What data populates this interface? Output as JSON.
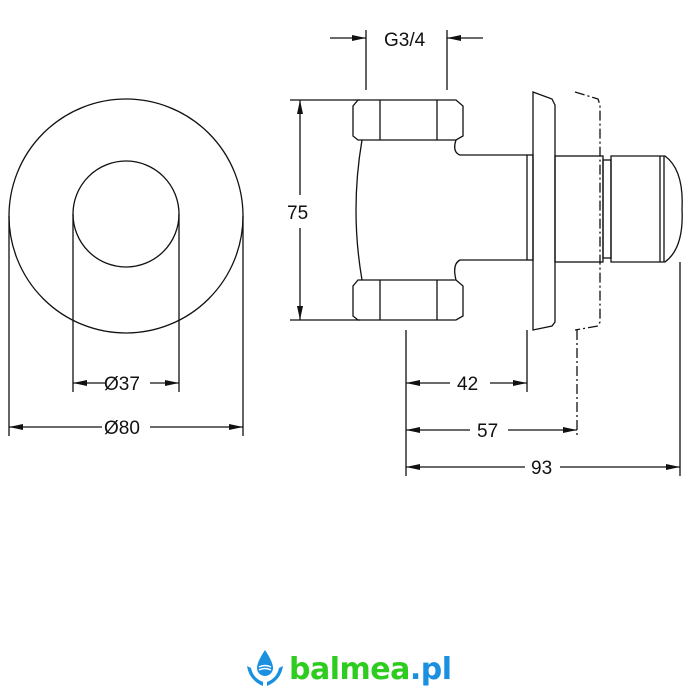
{
  "dimensions": {
    "inner_diameter": "Ø37",
    "outer_diameter": "Ø80",
    "height": "75",
    "thread": "G3/4",
    "depth_42": "42",
    "depth_57": "57",
    "depth_93": "93"
  },
  "logo": {
    "name": "balmea",
    "tld": ".pl"
  },
  "colors": {
    "line": "#111111",
    "logo_green": "#2ecc1f",
    "logo_blue": "#1b8fe0"
  }
}
